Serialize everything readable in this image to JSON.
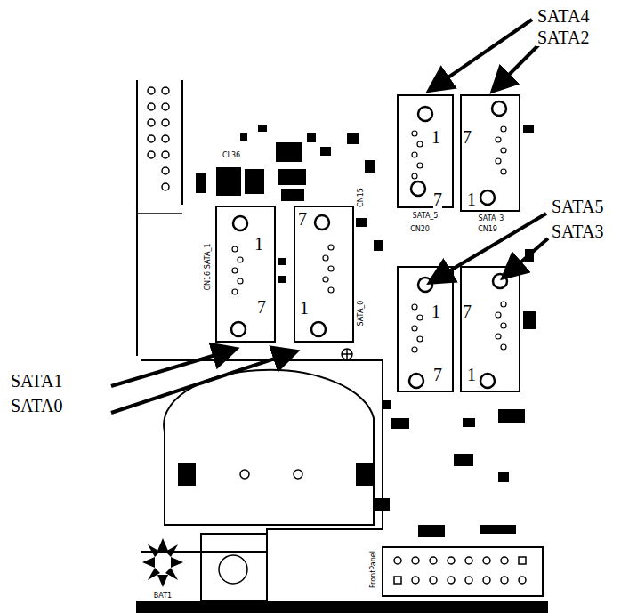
{
  "diagram": {
    "labels": [
      "SATA4",
      "SATA2",
      "SATA5",
      "SATA3",
      "SATA1",
      "SATA0",
      "1",
      "7",
      "7",
      "1",
      "1",
      "7",
      "7",
      "1",
      "1",
      "7",
      "7",
      "1",
      "SATA_5",
      "SATA_3",
      "CN20",
      "CN19",
      "CN16 SATA_1",
      "SATA_0",
      "CN15",
      "CL36",
      "BAT1",
      "FrontPanel"
    ]
  }
}
